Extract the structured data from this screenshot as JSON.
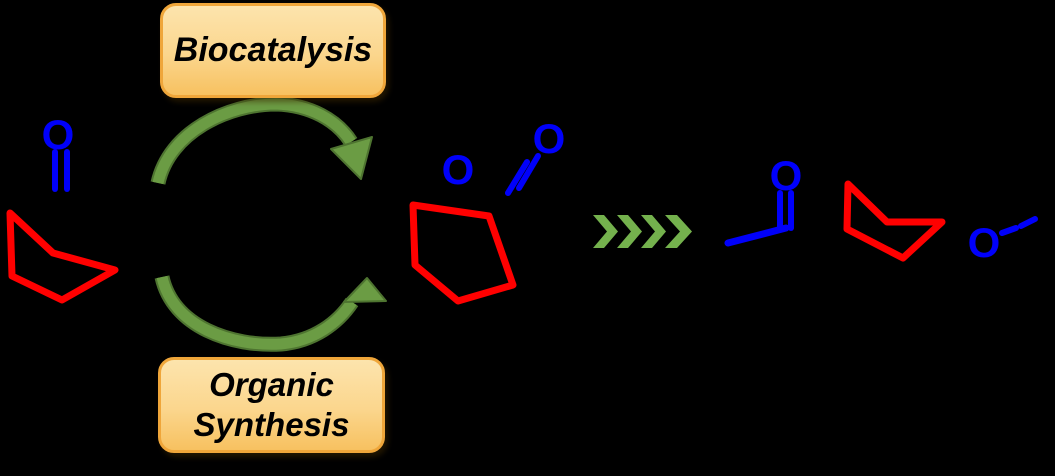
{
  "scene": {
    "background_color": "#000000",
    "description": "Chemical reaction scheme: cyclic ketone converted to lactone via a Biocatalysis / Organic Synthesis cycle, then on to an ester product"
  },
  "boxes": {
    "biocatalysis": {
      "label": "Biocatalysis"
    },
    "organic_synthesis": {
      "line1": "Organic",
      "line2": "Synthesis"
    }
  },
  "atoms": {
    "ketone_carbonyl_o": "O",
    "lactone_ring_o": "O",
    "lactone_carbonyl_o": "O",
    "ester_carbonyl_o": "O",
    "ester_ether_o": "O"
  },
  "chevrons": {
    "count": 4
  },
  "colors": {
    "carbon_skeleton": "#ff0000",
    "oxygen": "#0000fa",
    "cycle_arrow": "#6b9c44",
    "cycle_arrow_edge": "#4e7430",
    "chevron": "#74b14d",
    "box_fill_top": "#fce4ad",
    "box_fill_bottom": "#f7c160",
    "box_border": "#efa63a",
    "label_text": "#000000"
  }
}
